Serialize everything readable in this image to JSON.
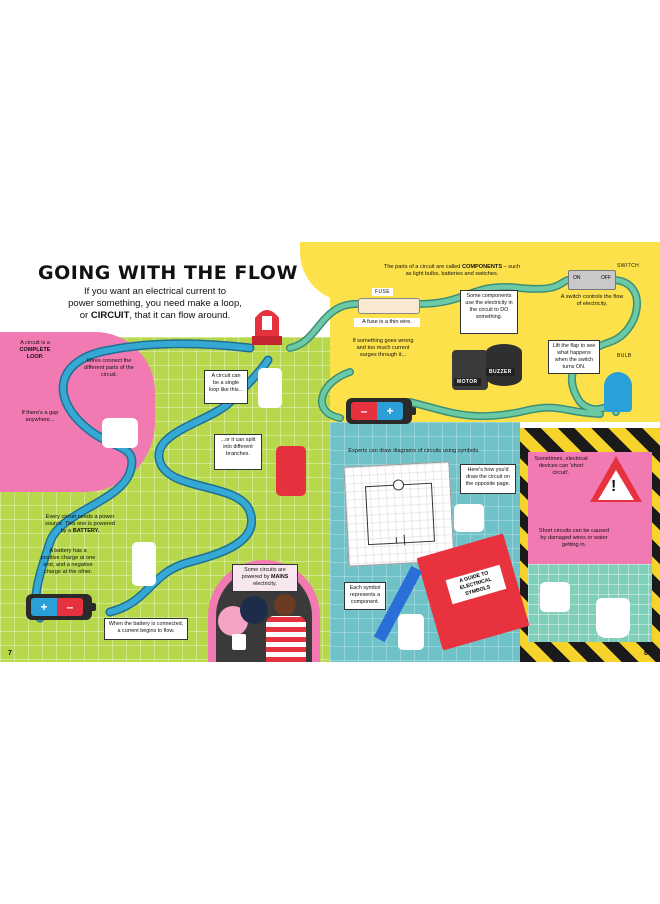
{
  "title": "GOING WITH THE FLOW",
  "intro": {
    "line1": "If you want an electrical current to",
    "line2": "power something, you need make a loop,",
    "line3_pre": "or ",
    "line3_bold": "CIRCUIT",
    "line3_post": ", that it can flow around."
  },
  "left_notes": {
    "complete_loop_pre": "A circuit is a",
    "complete_loop_bold": "COMPLETE LOOP.",
    "wires": "Wires connect the different parts of the circuit.",
    "gap": "If there's a gap anywhere...",
    "single_loop": "A circuit can be a single loop like this...",
    "split": "...or it can split into different branches.",
    "power_source_pre": "Every circuit needs a power source. This one is powered by a",
    "power_source_bold": "BATTERY.",
    "battery_charge": "A battery has a positive charge at one end, and a negative charge at the other.",
    "connected": "When the battery is connected, a current begins to flow.",
    "mains_pre": "Some circuits are powered by",
    "mains_bold": "MAINS",
    "mains_post": "electricity."
  },
  "right_notes": {
    "components_pre": "The parts of a circuit are called",
    "components_bold": "COMPONENTS",
    "components_post": "– such as light bulbs, batteries and switches.",
    "fuse_tag": "FUSE",
    "fuse": "A fuse is a thin wire.",
    "fuse_melt": "If something goes wrong and too much current surges through it...",
    "use_electricity": "Some components use the electricity in the circuit to DO something.",
    "motor_tag": "MOTOR",
    "buzzer_tag": "BUZZER",
    "switch_tag": "SWITCH",
    "switch_on": "ON",
    "switch_off": "OFF",
    "switch_controls": "A switch controls the flow of electricity.",
    "lift_flap": "Lift the flap to see what happens when the switch turns ON.",
    "bulb_tag": "BULB",
    "diagrams": "Experts can draw diagrams of circuits using symbols.",
    "heres_how": "Here's how you'd draw the circuit on the opposite page.",
    "symbol": "Each symbol represents a component.",
    "book_title": "A GUIDE TO ELECTRICAL SYMBOLS",
    "short_pre": "Sometimes, electrical devices can 'short circuit'.",
    "short_cause": "Short circuits can be caused by damaged wires or water getting in."
  },
  "battery_symbols": {
    "neg": "–",
    "pos": "+"
  },
  "page_numbers": {
    "left": "7",
    "right": "8"
  },
  "colors": {
    "wire": "#36a8d4",
    "wire_right": "#6cc9a6",
    "pink": "#f27ab3",
    "green": "#b6d84a",
    "yellow": "#fde14a",
    "teal": "#6fc3c8",
    "red": "#e6323e"
  }
}
